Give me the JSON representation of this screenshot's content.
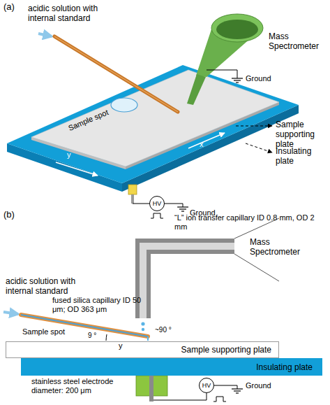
{
  "diagram": {
    "nodes": [
      {
        "text": [
          "HV"
        ]
      },
      {
        "text": [
          "Sample supporting plate"
        ]
      },
      {
        "text": [
          "Insulating plate"
        ]
      },
      {
        "text": [
          "HV"
        ]
      }
    ],
    "labels": [
      "(a)",
      "acidic solution with internal standard",
      "Mass Spectrometer",
      "Ground",
      "Sample spot",
      "y",
      "x",
      "Sample supporting plate",
      "Insulating plate",
      "Ground",
      "(b)",
      "“L” ion transfer capillary ID 0.8 mm, OD 2 mm",
      "Mass Spectrometer",
      "acidic solution with internal standard",
      "fused silica capillary ID 50 μm; OD 363 μm",
      "Sample spot",
      "9 °",
      "~90 °",
      "y",
      "stainless steel electrode diameter: 200 μm",
      "Ground"
    ]
  }
}
